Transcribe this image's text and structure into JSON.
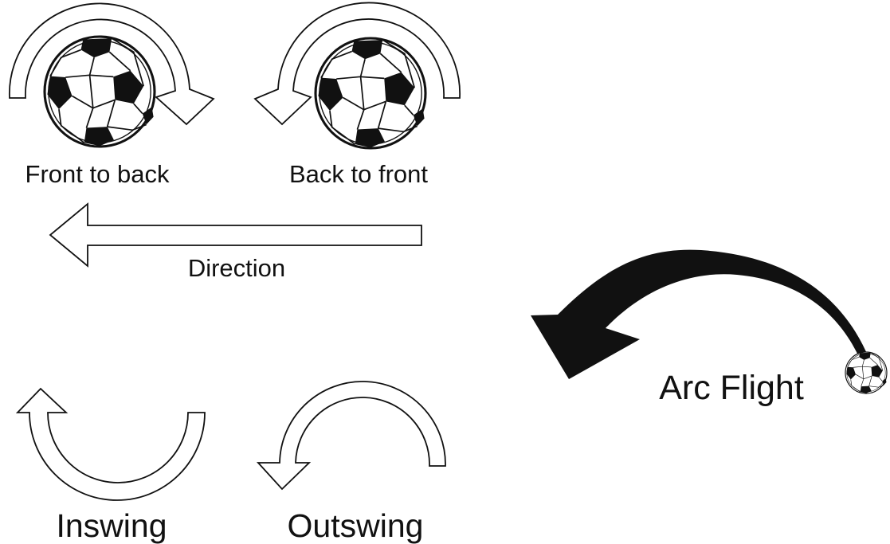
{
  "labels": {
    "front_to_back": "Front to back",
    "back_to_front": "Back to front",
    "direction": "Direction",
    "arc_flight": "Arc Flight",
    "inswing": "Inswing",
    "outswing": "Outswing"
  },
  "colors": {
    "ink": "#111111",
    "arrow_fill": "#ffffff",
    "background": "#ffffff"
  },
  "icons": {
    "ball": "soccer-ball-icon",
    "spin_arrow": "curved-arrow-icon",
    "direction_arrow": "left-arrow-icon",
    "arc_arrow": "arc-arrow-icon"
  }
}
